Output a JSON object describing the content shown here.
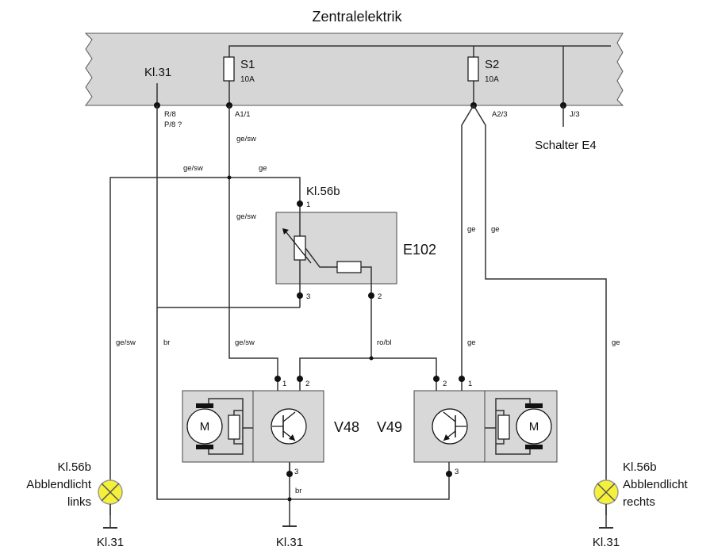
{
  "title": "Zentralelektrik",
  "bus": {
    "kl31_label": "Kl.31",
    "fuse1": {
      "name": "S1",
      "rating": "10A"
    },
    "fuse2": {
      "name": "S2",
      "rating": "10A"
    },
    "pin_r8": "R/8",
    "pin_p8": "P/8 ?",
    "pin_a11": "A1/1",
    "pin_a23": "A2/3",
    "pin_j3": "J/3",
    "schalter": "Schalter E4"
  },
  "wires": {
    "ge_sw_a": "ge/sw",
    "ge_sw_b": "ge/sw",
    "ge_top": "ge",
    "ge_sw_c": "ge/sw",
    "ge_r1": "ge",
    "ge_r2": "ge",
    "ge_sw_left": "ge/sw",
    "br_left": "br",
    "ge_sw_mid": "ge/sw",
    "ro_bl": "ro/bl",
    "ge_mid": "ge",
    "ge_right": "ge",
    "br_bottom": "br"
  },
  "e102": {
    "name": "E102",
    "terminal": "Kl.56b",
    "pin1": "1",
    "pin2": "2",
    "pin3": "3"
  },
  "v48": {
    "name": "V48",
    "pin1": "1",
    "pin2": "2",
    "pin3": "3",
    "motor": "M"
  },
  "v49": {
    "name": "V49",
    "pin1": "1",
    "pin2": "2",
    "pin3": "3",
    "motor": "M"
  },
  "lamp_left": {
    "line1": "Kl.56b",
    "line2": "Abblendlicht",
    "line3": "links",
    "ground": "Kl.31"
  },
  "lamp_right": {
    "line1": "Kl.56b",
    "line2": "Abblendlicht",
    "line3": "rechts",
    "ground": "Kl.31"
  },
  "ground_mid": "Kl.31",
  "colors": {
    "bus_fill": "#d6d6d6",
    "module_fill": "#d8d8d8",
    "lamp_fill": "#f5f03a"
  }
}
